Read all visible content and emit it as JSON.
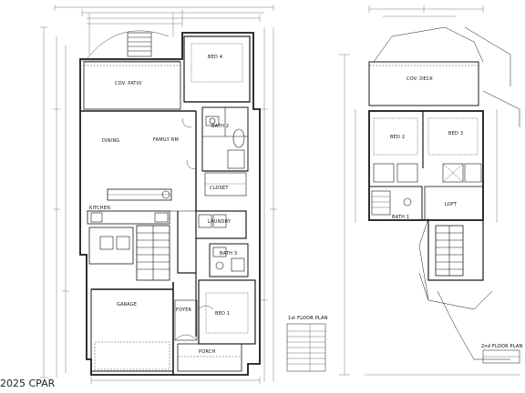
{
  "rooms": {
    "first_floor": {
      "bed4": "BED 4",
      "cov_patio": "COV. PATIO",
      "dining": "DINING",
      "family_rm": "FAMILY RM",
      "bath2": "BATH 2",
      "kitchen": "KITCHEN",
      "laundry": "LAUNDRY",
      "bath3": "BATH 3",
      "garage": "GARAGE",
      "foyer": "FOYER",
      "bed1": "BED 1",
      "porch": "PORCH",
      "closet": "CLOSET"
    },
    "second_floor": {
      "cov_deck": "COV. DECK",
      "bed2": "BED 2",
      "bed3": "BED 3",
      "bath1": "BATH 1",
      "loft": "LOFT"
    }
  },
  "titles": {
    "first_floor_plan": "1st FLOOR PLAN",
    "second_floor_plan": "2nd FLOOR PLAN"
  },
  "watermark": "2025 CPAR",
  "colors": {
    "line": "#1a1a1a",
    "dim": "#555555",
    "background": "#ffffff"
  }
}
